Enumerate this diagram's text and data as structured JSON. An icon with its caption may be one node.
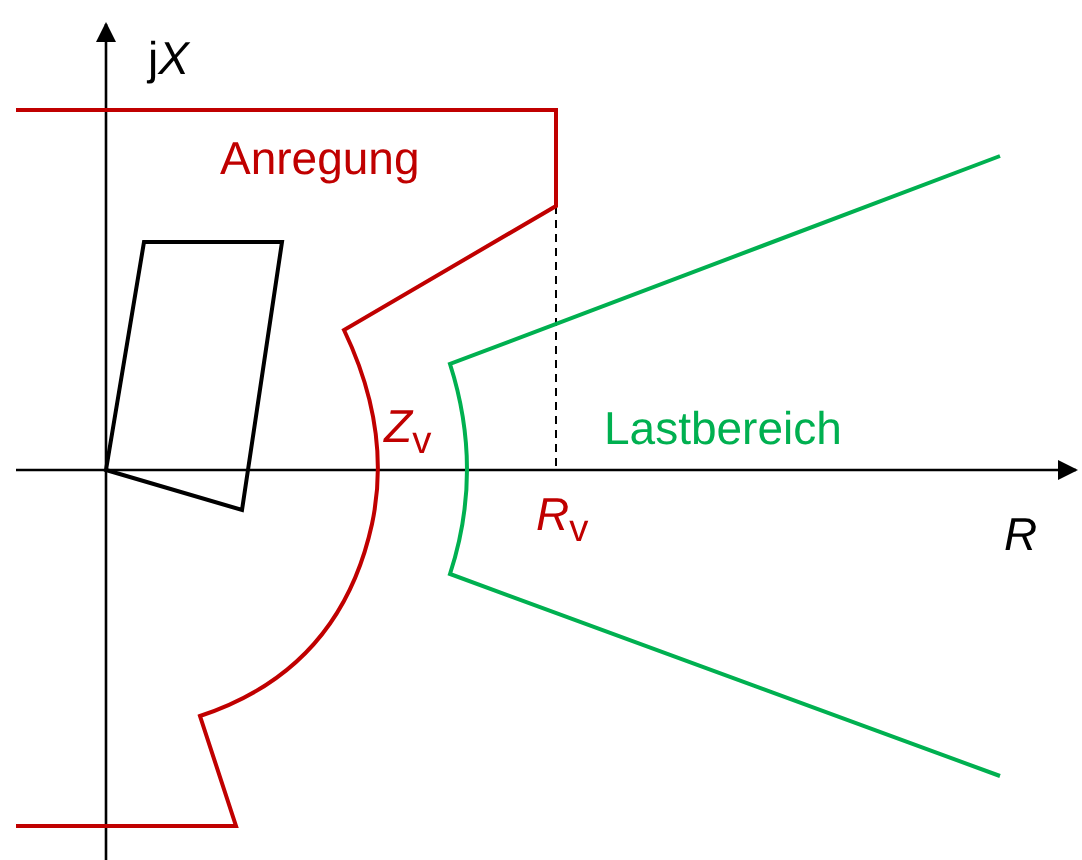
{
  "diagram": {
    "nodes": [
      {
        "text": [],
        "shape": "polygon"
      }
    ],
    "labels": [
      "jX",
      "Anregung",
      "*Z*$_{v}$",
      "Lastbereich",
      "*R*$_{v}$",
      "R"
    ]
  }
}
